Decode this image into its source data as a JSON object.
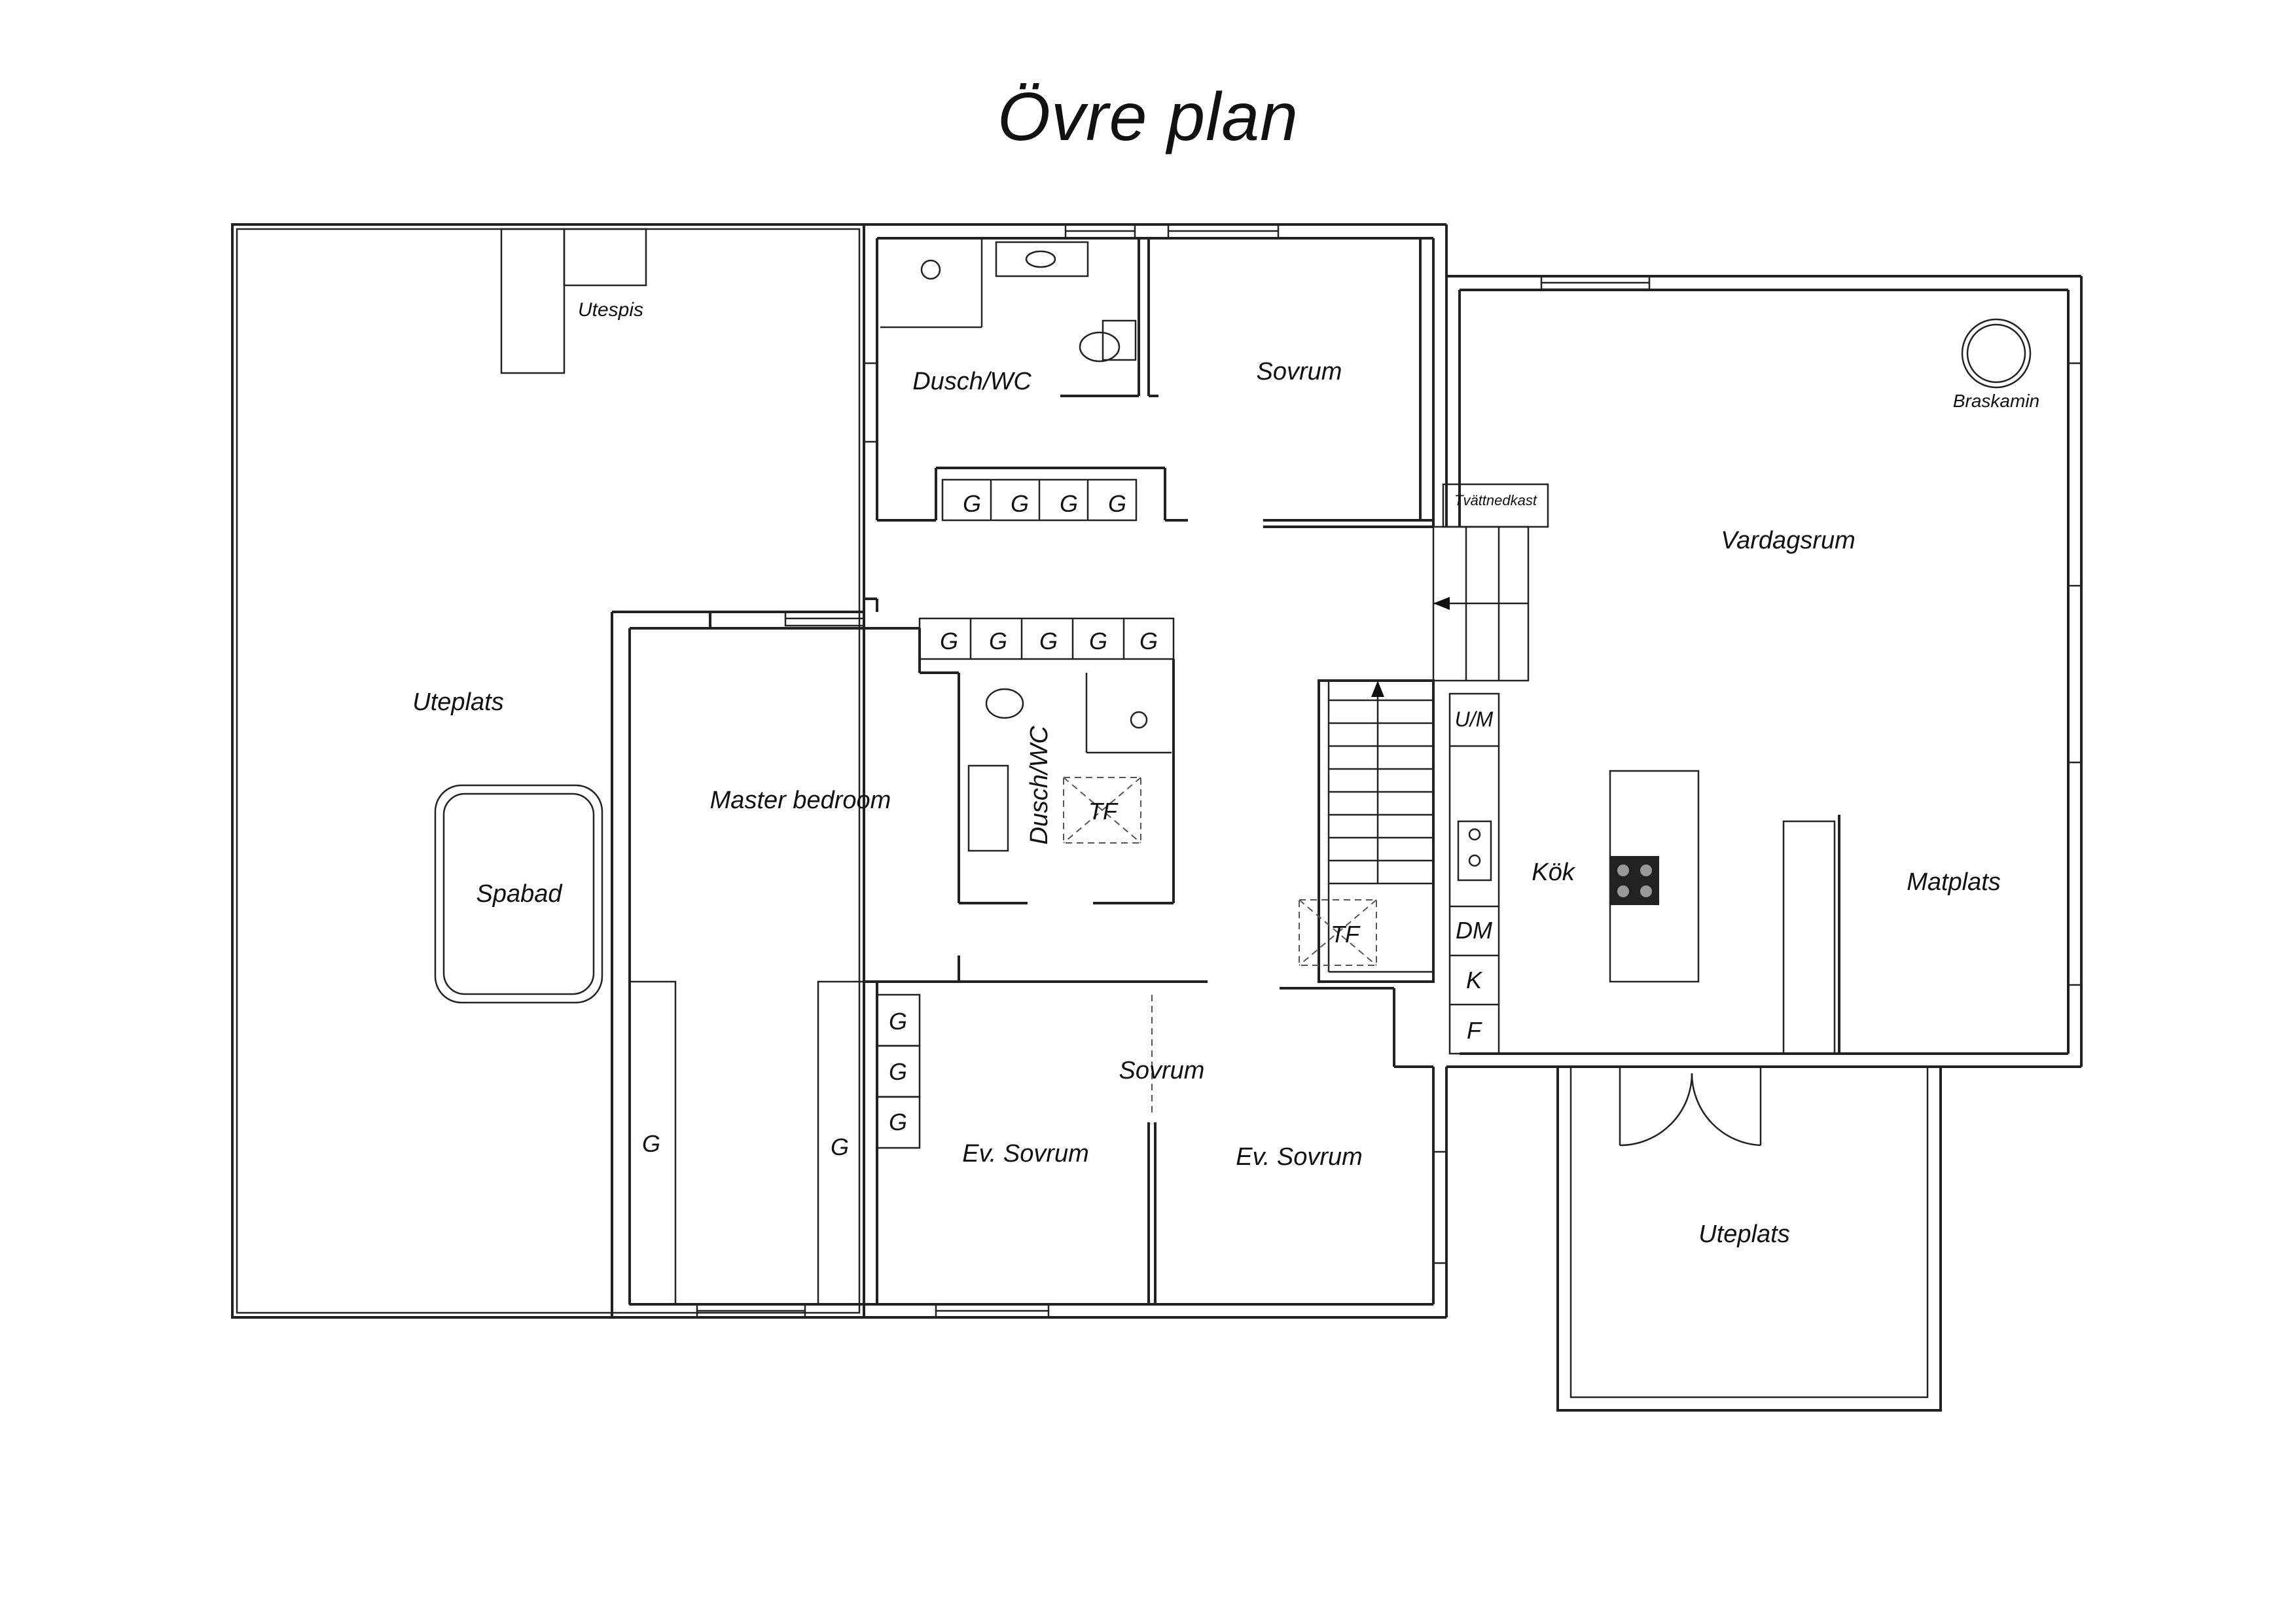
{
  "title": "Övre plan",
  "rooms": {
    "uteplats_left": "Uteplats",
    "utespis": "Utespis",
    "spabad": "Spabad",
    "dusch_wc_top": "Dusch/WC",
    "sovrum_top": "Sovrum",
    "tvattnedkast": "Tvättnedkast",
    "vardagsrum": "Vardagsrum",
    "braskamin": "Braskamin",
    "master_bedroom": "Master bedroom",
    "dusch_wc_mid": "Dusch/WC",
    "tf_bath": "TF",
    "tf_stair": "TF",
    "kok": "Kök",
    "matplats": "Matplats",
    "sovrum_mid": "Sovrum",
    "ev_sovrum_left": "Ev. Sovrum",
    "ev_sovrum_right": "Ev. Sovrum",
    "uteplats_right": "Uteplats"
  },
  "kitchen_units": {
    "um": "U/M",
    "dm": "DM",
    "k": "K",
    "f": "F"
  },
  "wardrobe_label": "G"
}
